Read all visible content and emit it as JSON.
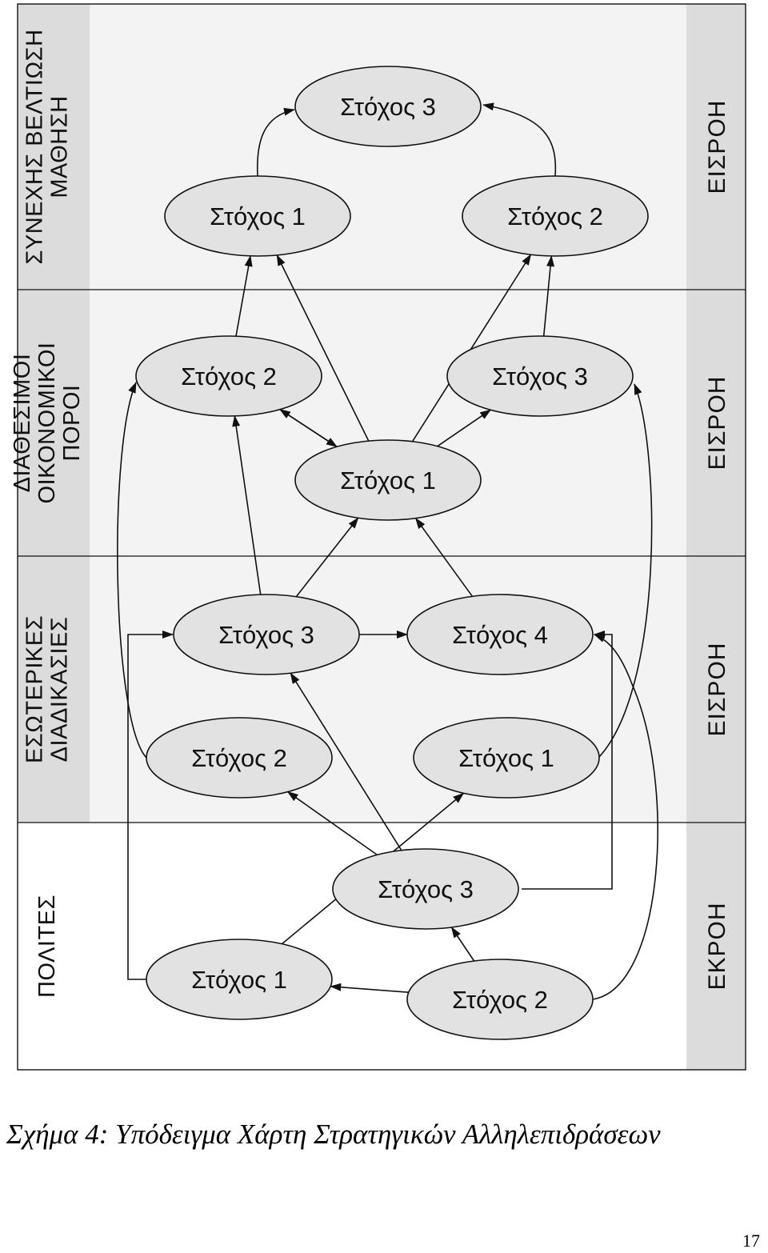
{
  "bands": [
    {
      "label_lines": [
        "ΣΥΝΕΧΗΣ ΒΕΛΤΙΩΣΗ",
        "ΜΑΘΗΣΗ"
      ],
      "flow": "ΕΙΣΡΟΗ",
      "bg": "#f3f3f3"
    },
    {
      "label_lines": [
        "ΔΙΑΘΕΣΙΜΟΙ",
        "ΟΙΚΟΝΟΜΙΚΟΙ",
        "ΠΟΡΟΙ"
      ],
      "flow": "ΕΙΣΡΟΗ",
      "bg": "#f3f3f3"
    },
    {
      "label_lines": [
        "ΕΣΩΤΕΡΙΚΕΣ",
        "ΔΙΑΔΙΚΑΣΙΕΣ"
      ],
      "flow": "ΕΙΣΡΟΗ",
      "bg": "#f3f3f3"
    },
    {
      "label_lines": [
        "ΠΟΛΙΤΕΣ"
      ],
      "flow": "ΕΚΡΟΗ",
      "bg": "#ffffff"
    }
  ],
  "nodes": [
    {
      "id": "learn_1",
      "band": 0,
      "label": "Στόχος 1"
    },
    {
      "id": "learn_2",
      "band": 0,
      "label": "Στόχος 2"
    },
    {
      "id": "learn_3",
      "band": 0,
      "label": "Στόχος 3"
    },
    {
      "id": "fin_1",
      "band": 1,
      "label": "Στόχος 1"
    },
    {
      "id": "fin_2",
      "band": 1,
      "label": "Στόχος 2"
    },
    {
      "id": "fin_3",
      "band": 1,
      "label": "Στόχος 3"
    },
    {
      "id": "int_1",
      "band": 2,
      "label": "Στόχος 1"
    },
    {
      "id": "int_2",
      "band": 2,
      "label": "Στόχος 2"
    },
    {
      "id": "int_3",
      "band": 2,
      "label": "Στόχος 3"
    },
    {
      "id": "int_4",
      "band": 2,
      "label": "Στόχος 4"
    },
    {
      "id": "cit_1",
      "band": 3,
      "label": "Στόχος 1"
    },
    {
      "id": "cit_2",
      "band": 3,
      "label": "Στόχος 2"
    },
    {
      "id": "cit_3",
      "band": 3,
      "label": "Στόχος 3"
    }
  ],
  "edges": [
    {
      "from": "cit_2",
      "to": "cit_1"
    },
    {
      "from": "cit_2",
      "to": "cit_3"
    },
    {
      "from": "cit_1",
      "to": "int_1"
    },
    {
      "from": "cit_1",
      "to": "int_3"
    },
    {
      "from": "cit_3",
      "to": "int_3"
    },
    {
      "from": "cit_3",
      "to": "int_2"
    },
    {
      "from": "cit_3",
      "to": "int_4"
    },
    {
      "from": "cit_2",
      "to": "int_4"
    },
    {
      "from": "int_3",
      "to": "int_4"
    },
    {
      "from": "int_3",
      "to": "fin_1"
    },
    {
      "from": "int_4",
      "to": "fin_1"
    },
    {
      "from": "int_3",
      "to": "fin_2"
    },
    {
      "from": "int_2",
      "to": "fin_2"
    },
    {
      "from": "int_1",
      "to": "fin_3"
    },
    {
      "from": "fin_2",
      "to": "fin_1"
    },
    {
      "from": "fin_1",
      "to": "fin_2"
    },
    {
      "from": "fin_1",
      "to": "fin_3"
    },
    {
      "from": "fin_1",
      "to": "learn_1"
    },
    {
      "from": "fin_1",
      "to": "learn_2"
    },
    {
      "from": "fin_2",
      "to": "learn_1"
    },
    {
      "from": "fin_3",
      "to": "learn_2"
    },
    {
      "from": "learn_1",
      "to": "learn_3"
    },
    {
      "from": "learn_2",
      "to": "learn_3"
    }
  ],
  "caption": "Σχήμα 4: Υπόδειγμα Χάρτη Στρατηγικών Αλληλεπιδράσεων",
  "page_number": "17"
}
